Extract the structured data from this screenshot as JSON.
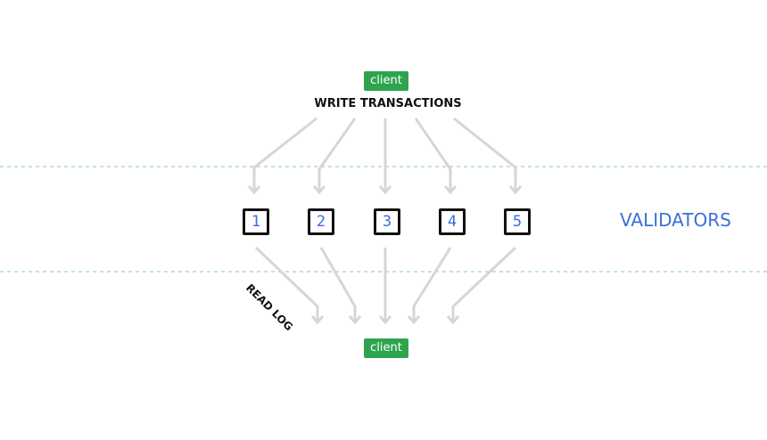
{
  "clients": {
    "top_label": "client",
    "bottom_label": "client"
  },
  "labels": {
    "write": "WRITE TRANSACTIONS",
    "read": "READ LOG",
    "validators": "VALIDATORS"
  },
  "validators": [
    "1",
    "2",
    "3",
    "4",
    "5"
  ],
  "colors": {
    "client_badge": "#2ea44f",
    "validator_text": "#3b6fd8",
    "arrow": "#d6d6d6",
    "divider": "#7fc8b4"
  }
}
